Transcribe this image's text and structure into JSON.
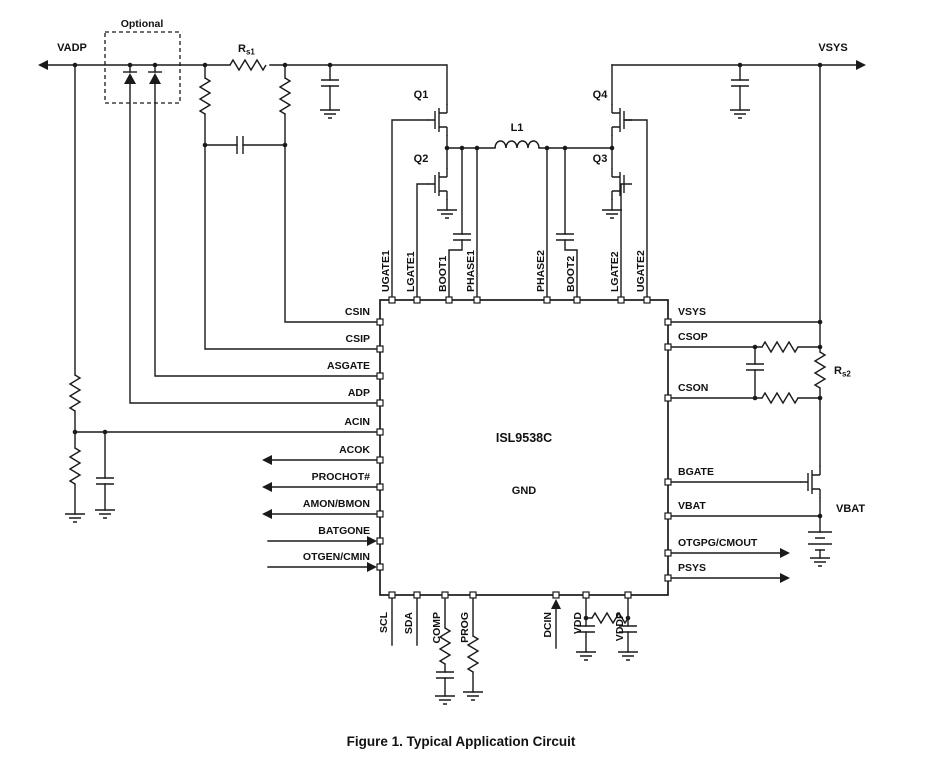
{
  "figure_caption": "Figure 1. Typical Application Circuit",
  "nodes": {
    "vadp": "VADP",
    "vsys": "VSYS",
    "vbat": "VBAT",
    "optional": "Optional"
  },
  "components": {
    "q1": "Q1",
    "q2": "Q2",
    "q3": "Q3",
    "q4": "Q4",
    "l1": "L1",
    "rs1": {
      "base": "R",
      "sub": "s1"
    },
    "rs2": {
      "base": "R",
      "sub": "s2"
    }
  },
  "ic": {
    "name": "ISL9538C",
    "gnd": "GND"
  },
  "pins": {
    "top": [
      "UGATE1",
      "LGATE1",
      "BOOT1",
      "PHASE1",
      "PHASE2",
      "BOOT2",
      "LGATE2",
      "UGATE2"
    ],
    "left": [
      "CSIN",
      "CSIP",
      "ASGATE",
      "ADP",
      "ACIN",
      "ACOK",
      "PROCHOT#",
      "AMON/BMON",
      "BATGONE",
      "OTGEN/CMIN"
    ],
    "right": [
      "VSYS",
      "CSOP",
      "CSON",
      "BGATE",
      "VBAT",
      "OTGPG/CMOUT",
      "PSYS"
    ],
    "bottom": [
      "SCL",
      "SDA",
      "COMP",
      "PROG",
      "DCIN",
      "VDD",
      "VDDP"
    ]
  }
}
